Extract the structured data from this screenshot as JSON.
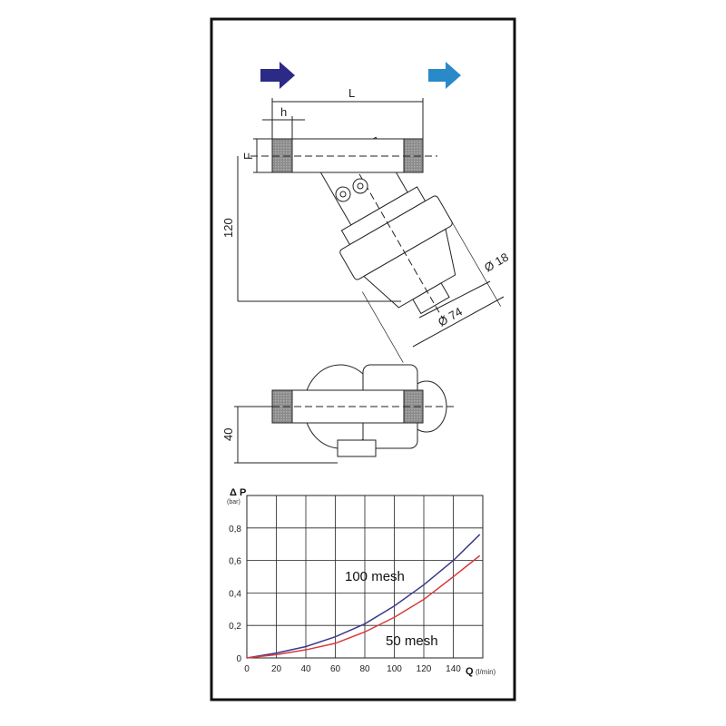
{
  "arrows": {
    "inlet_color": "#2b2a86",
    "outlet_color": "#2a8ac8"
  },
  "dimensions": {
    "length": "L",
    "thread_length": "h",
    "thread": "F",
    "height": "120",
    "outlet_diameter": "Ø 18",
    "bowl_diameter": "Ø 74",
    "depth": "40"
  },
  "chart_data": {
    "type": "line",
    "ylabel": "Δ P",
    "yunit": "(bar)",
    "xlabel": "Q",
    "xunit": "(l/min)",
    "xlim": [
      0,
      160
    ],
    "ylim": [
      0,
      1.0
    ],
    "grid": true,
    "x_ticks": [
      "0",
      "20",
      "40",
      "60",
      "80",
      "100",
      "120",
      "140"
    ],
    "y_ticks": [
      "0",
      "0,2",
      "0,4",
      "0,6",
      "0,8"
    ],
    "series": [
      {
        "name": "100 mesh",
        "color": "#3a3a8c",
        "x": [
          0,
          20,
          40,
          60,
          80,
          100,
          120,
          140,
          158
        ],
        "y": [
          0,
          0.03,
          0.07,
          0.13,
          0.21,
          0.32,
          0.45,
          0.6,
          0.76
        ]
      },
      {
        "name": "50 mesh",
        "color": "#d83a3a",
        "x": [
          0,
          20,
          40,
          60,
          80,
          100,
          120,
          140,
          158
        ],
        "y": [
          0,
          0.02,
          0.05,
          0.09,
          0.16,
          0.25,
          0.36,
          0.5,
          0.63
        ]
      }
    ]
  }
}
